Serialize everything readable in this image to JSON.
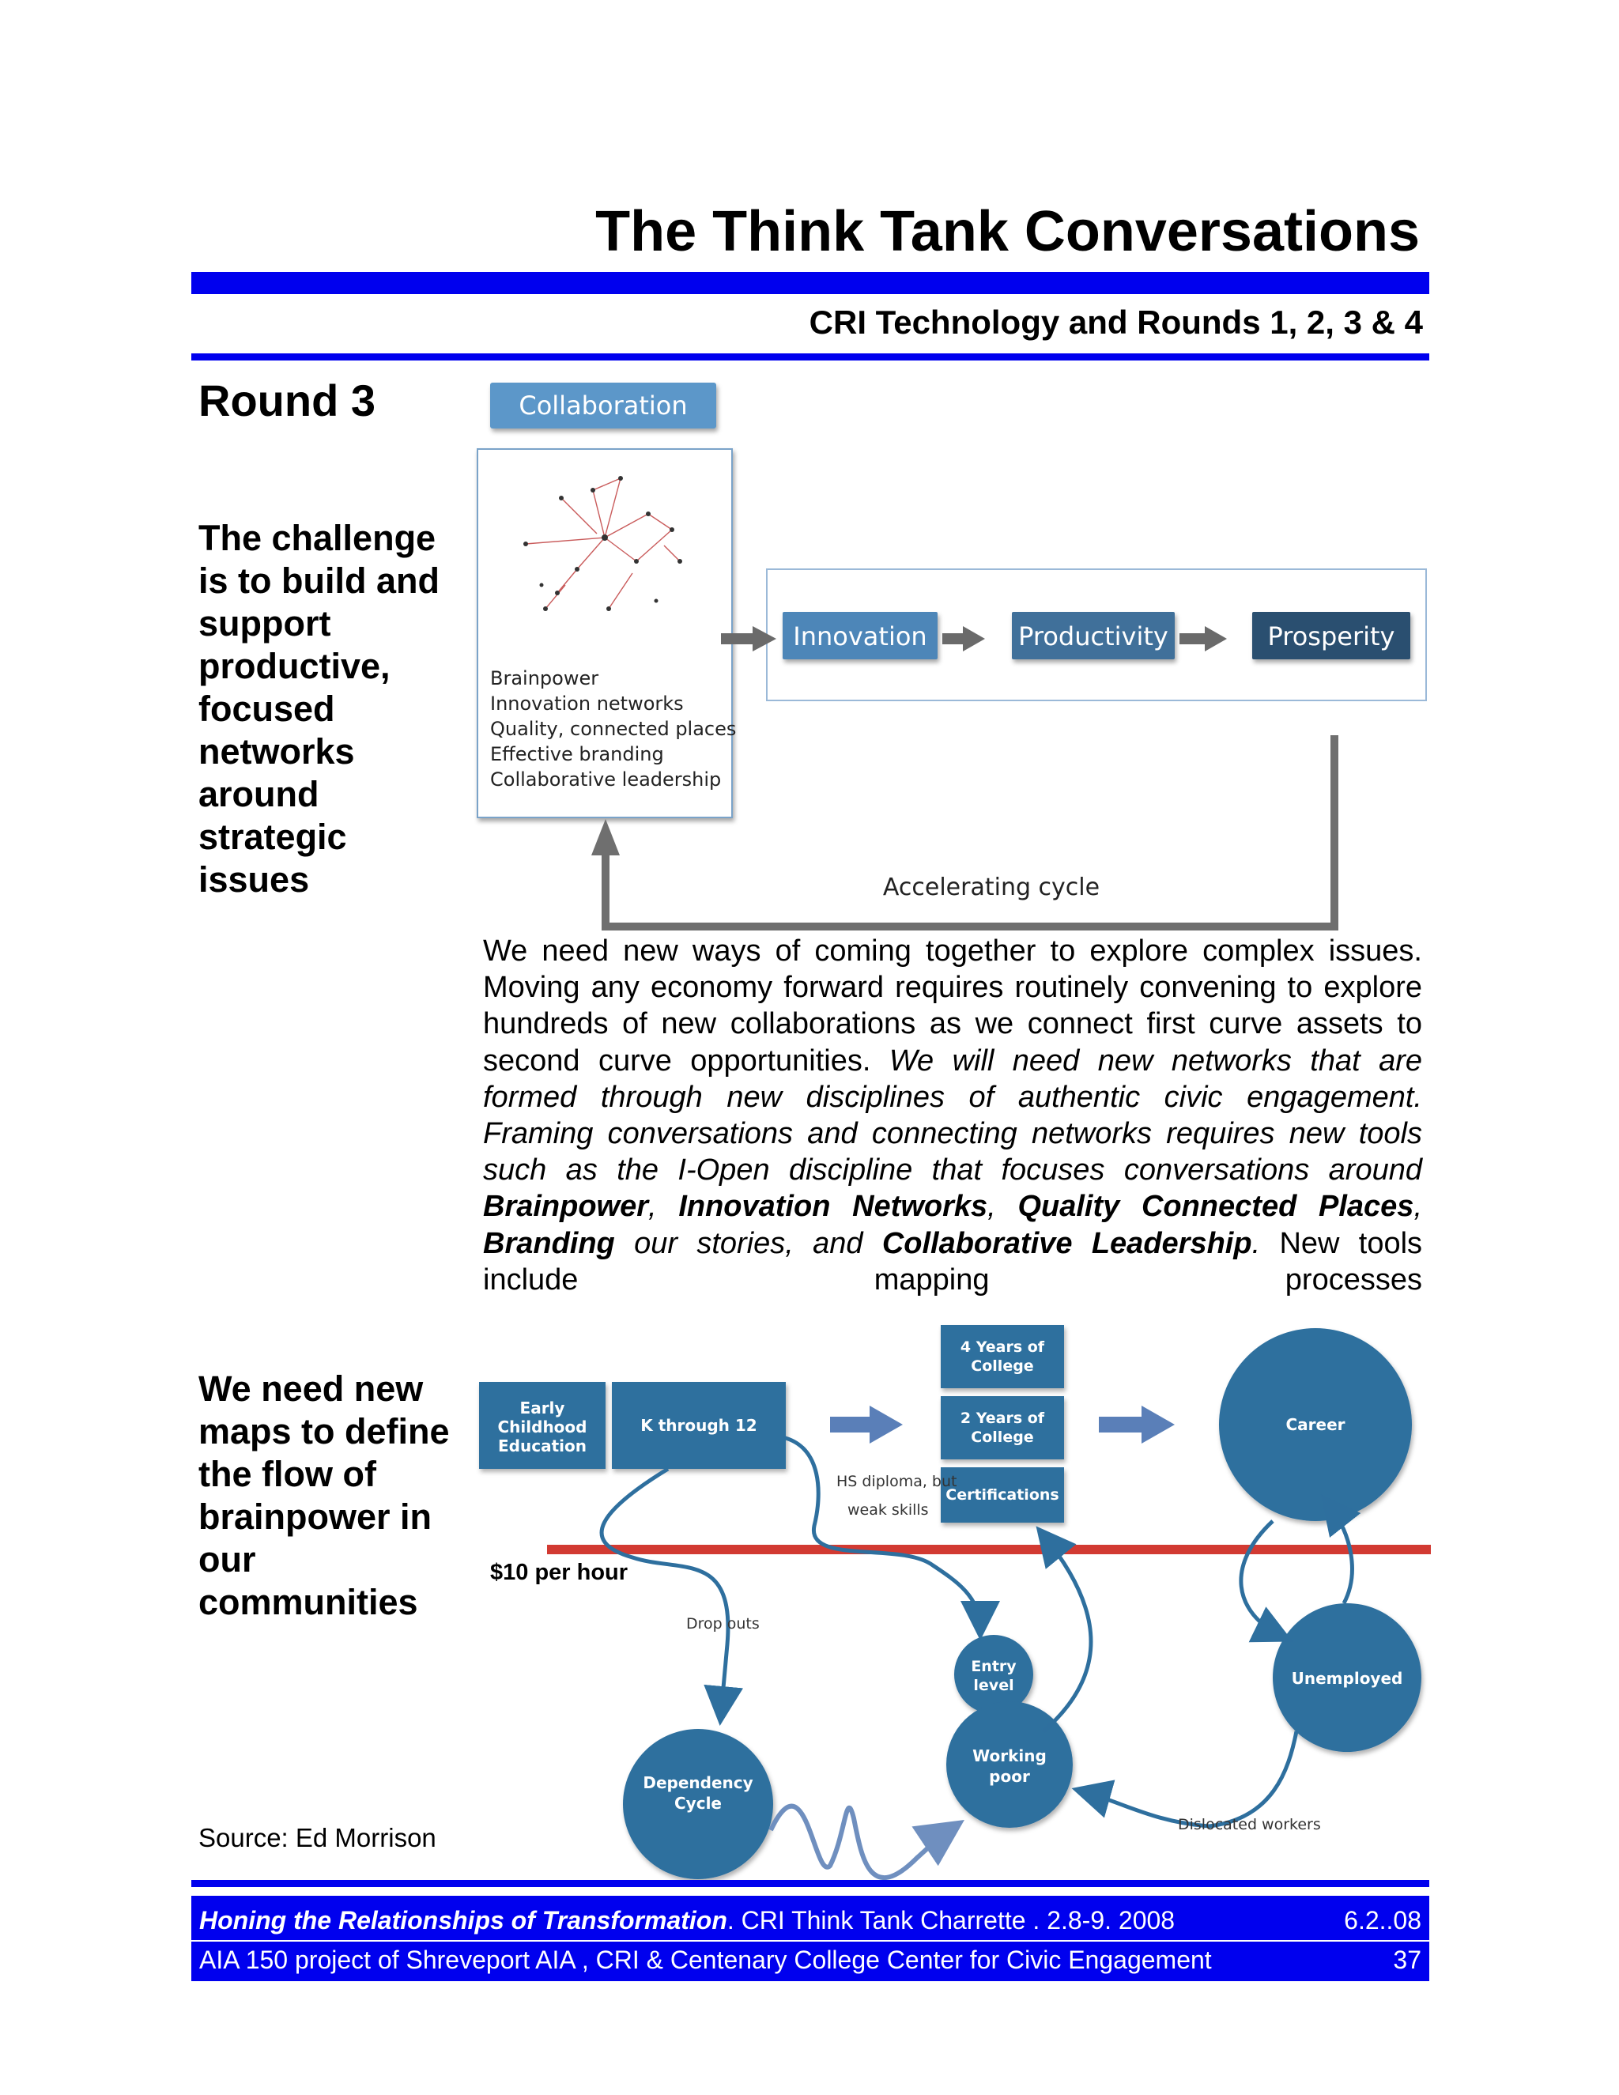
{
  "page": {
    "title": "The Think Tank Conversations",
    "subtitle": "CRI Technology and Rounds 1, 2, 3 & 4",
    "round": "Round 3",
    "challenge": "The challenge\nis to build and\nsupport\nproductive,\nfocused\nnetworks\naround\nstrategic\nissues",
    "maps_note": "We need new\nmaps to define\nthe flow of\nbrainpower in\nour\ncommunities",
    "source": "Source: Ed Morrison"
  },
  "diagram1": {
    "collaboration": "Collaboration",
    "items": [
      "Brainpower",
      "Innovation networks",
      "Quality, connected places",
      "Effective branding",
      "Collaborative leadership"
    ],
    "innovation": "Innovation",
    "productivity": "Productivity",
    "prosperity": "Prosperity",
    "cycle": "Accelerating cycle"
  },
  "body": {
    "p1": "We need new ways of coming together to explore complex issues. Moving any economy forward requires routinely convening to explore hundreds of new collaborations as we connect first curve assets to second curve opportunities.",
    "p2_italic": "We will need new networks that are formed through new disciplines of authentic civic engagement. Framing conversations and connecting networks requires new tools such as the I-Open discipline that focuses conversations around",
    "b1": "Brainpower",
    "b2": "Innovation Networks",
    "b3": "Quality Connected Places",
    "b4": "Branding",
    "mid": "our stories, and",
    "b5": "Collaborative Leadership",
    "tail": "New tools include mapping processes"
  },
  "diagram2": {
    "early": [
      "Early",
      "Childhood",
      "Education"
    ],
    "k12": "K through 12",
    "years4": [
      "4 Years of",
      "College"
    ],
    "years2": [
      "2 Years of",
      "College"
    ],
    "certs": "Certifications",
    "career": "Career",
    "unemployed": "Unemployed",
    "entry": [
      "Entry",
      "level"
    ],
    "working": [
      "Working",
      "poor"
    ],
    "dependency": [
      "Dependency",
      "Cycle"
    ],
    "hs1": "HS diploma, but",
    "hs2": "weak skills",
    "dropouts": "Drop outs",
    "dislocated": "Dislocated workers",
    "wage": "$10 per hour"
  },
  "footer": {
    "italic_bold": "Honing the Relationships of Transformation",
    "rest": ". CRI Think Tank Charrette .  2.8-9. 2008",
    "date": "6.2..08",
    "line2": "AIA 150 project of Shreveport AIA , CRI & Centenary College Center for Civic Engagement",
    "page_number": "37"
  },
  "colors": {
    "blue_bar": "#0000ee",
    "diagram_blue": "#2e6f9e",
    "red_line": "#d23a32"
  }
}
